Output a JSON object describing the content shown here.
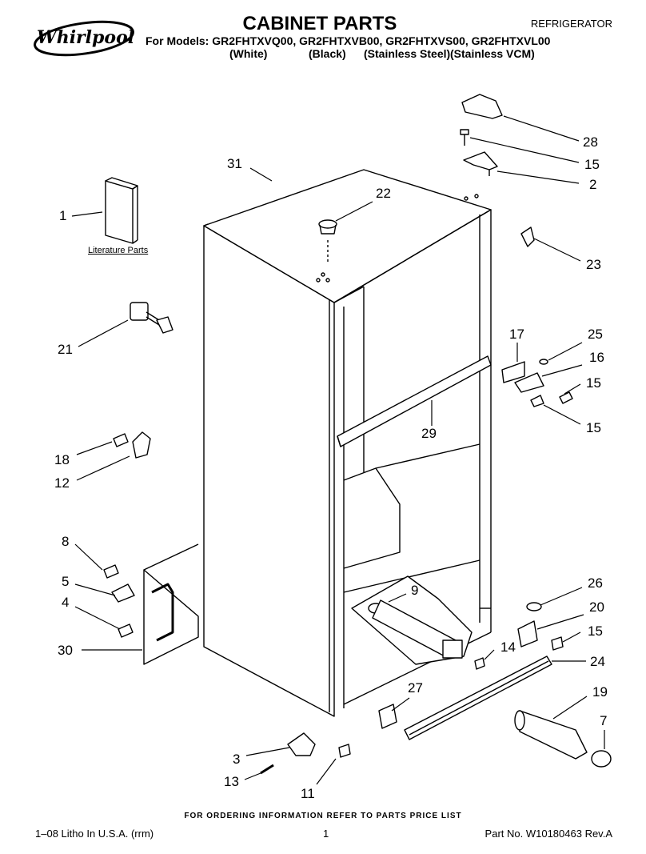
{
  "header": {
    "brand": "Whirlpool",
    "title": "CABINET PARTS",
    "category": "REFRIGERATOR",
    "models_line": "For Models: GR2FHTXVQ00, GR2FHTXVB00, GR2FHTXVS00, GR2FHTXVL00",
    "finishes": [
      "(White)",
      "(Black)",
      "(Stainless Steel)",
      "(Stainless VCM)"
    ]
  },
  "diagram": {
    "literature_label": "Literature Parts",
    "callouts": [
      "28",
      "15",
      "2",
      "31",
      "22",
      "1",
      "23",
      "21",
      "17",
      "25",
      "16",
      "15",
      "15",
      "29",
      "18",
      "12",
      "8",
      "5",
      "4",
      "30",
      "9",
      "26",
      "20",
      "15",
      "14",
      "24",
      "27",
      "19",
      "7",
      "3",
      "13",
      "11"
    ]
  },
  "footer": {
    "order_note": "FOR ORDERING INFORMATION REFER TO PARTS PRICE LIST",
    "litho": "1–08 Litho In U.S.A. (rrm)",
    "page": "1",
    "part_no": "Part No. W10180463 Rev.A"
  }
}
